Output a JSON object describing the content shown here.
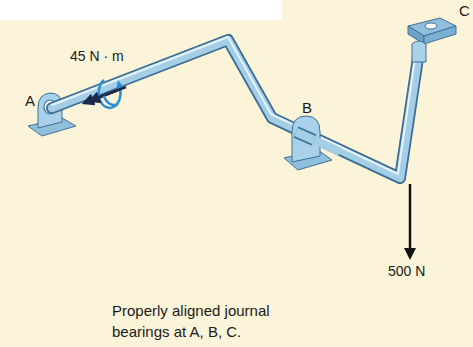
{
  "diagram": {
    "caption": "Properly aligned journal bearings at A, B, C.",
    "labels": [
      "45 N · m",
      "A",
      "B",
      "C",
      "500 N"
    ]
  }
}
